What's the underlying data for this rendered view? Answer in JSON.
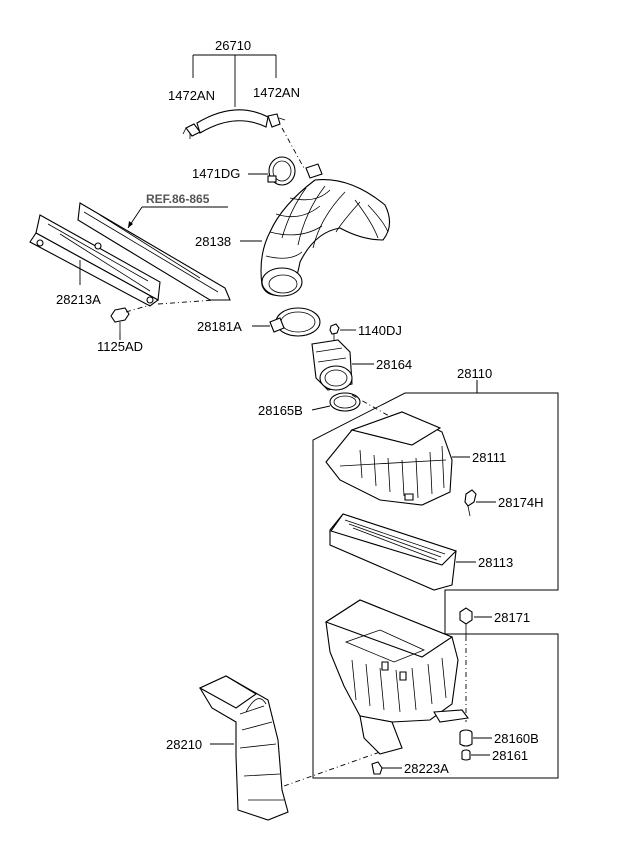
{
  "labels": {
    "p26710": "26710",
    "p1472AN_left": "1472AN",
    "p1472AN_right": "1472AN",
    "p1471DG": "1471DG",
    "ref": "REF.86-865",
    "p28138": "28138",
    "p28213A": "28213A",
    "p1125AD": "1125AD",
    "p28181A": "28181A",
    "p1140DJ": "1140DJ",
    "p28164": "28164",
    "p28110": "28110",
    "p28165B": "28165B",
    "p28111": "28111",
    "p28174H": "28174H",
    "p28113": "28113",
    "p28171": "28171",
    "p28160B": "28160B",
    "p28161": "28161",
    "p28210": "28210",
    "p28223A": "28223A"
  }
}
